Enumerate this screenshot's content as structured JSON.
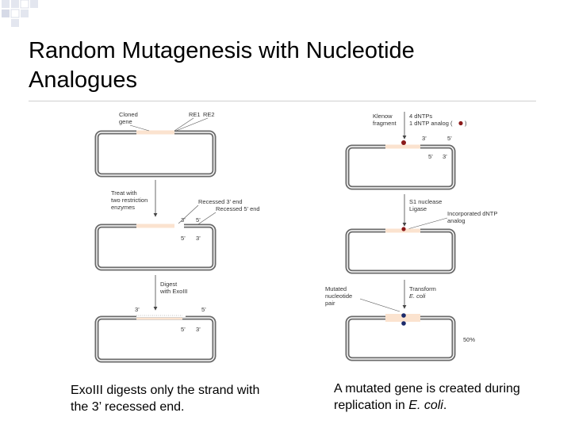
{
  "slide": {
    "title_line1": "Random Mutagenesis with Nucleotide",
    "title_line2": "Analogues",
    "caption_left_line1": "ExoIII digests only the strand with",
    "caption_left_line2": "the 3’ recessed end.",
    "caption_right_line1": "A mutated gene is created during",
    "caption_right_line2_prefix": "replication in ",
    "caption_right_line2_italic": "E. coli",
    "caption_right_line2_suffix": "."
  },
  "figure": {
    "cloned_gene_l1": "Cloned",
    "cloned_gene_l2": "gene",
    "re1": "RE1",
    "re2": "RE2",
    "treat_l1": "Treat with",
    "treat_l2": "two restriction",
    "treat_l3": "enzymes",
    "recessed3": "Recessed 3’ end",
    "recessed5": "Recessed 5’ end",
    "digest_l1": "Digest",
    "digest_l2": "with ExoIII",
    "klenow_l1": "Klenow",
    "klenow_l2": "fragment",
    "dntps_l1": "4 dNTPs",
    "dntps_l2": "1 dNTP analog (",
    "dntps_l2_close": ")",
    "s1_l1": "S1 nuclease",
    "s1_l2": "Ligase",
    "incorporated_l1": "Incorporated dNTP",
    "incorporated_l2": "analog",
    "mutated_l1": "Mutated",
    "mutated_l2": "nucleotide",
    "mutated_l3": "pair",
    "transform_l1": "Transform",
    "transform_l2": "E. coli",
    "pct": "50%",
    "end3": "3’",
    "end5": "5’",
    "colors": {
      "strand": "#6a6a6a",
      "gene": "#fbe3cf",
      "analog": "#8b1a1a",
      "mutant": "#1c2a6b"
    }
  }
}
